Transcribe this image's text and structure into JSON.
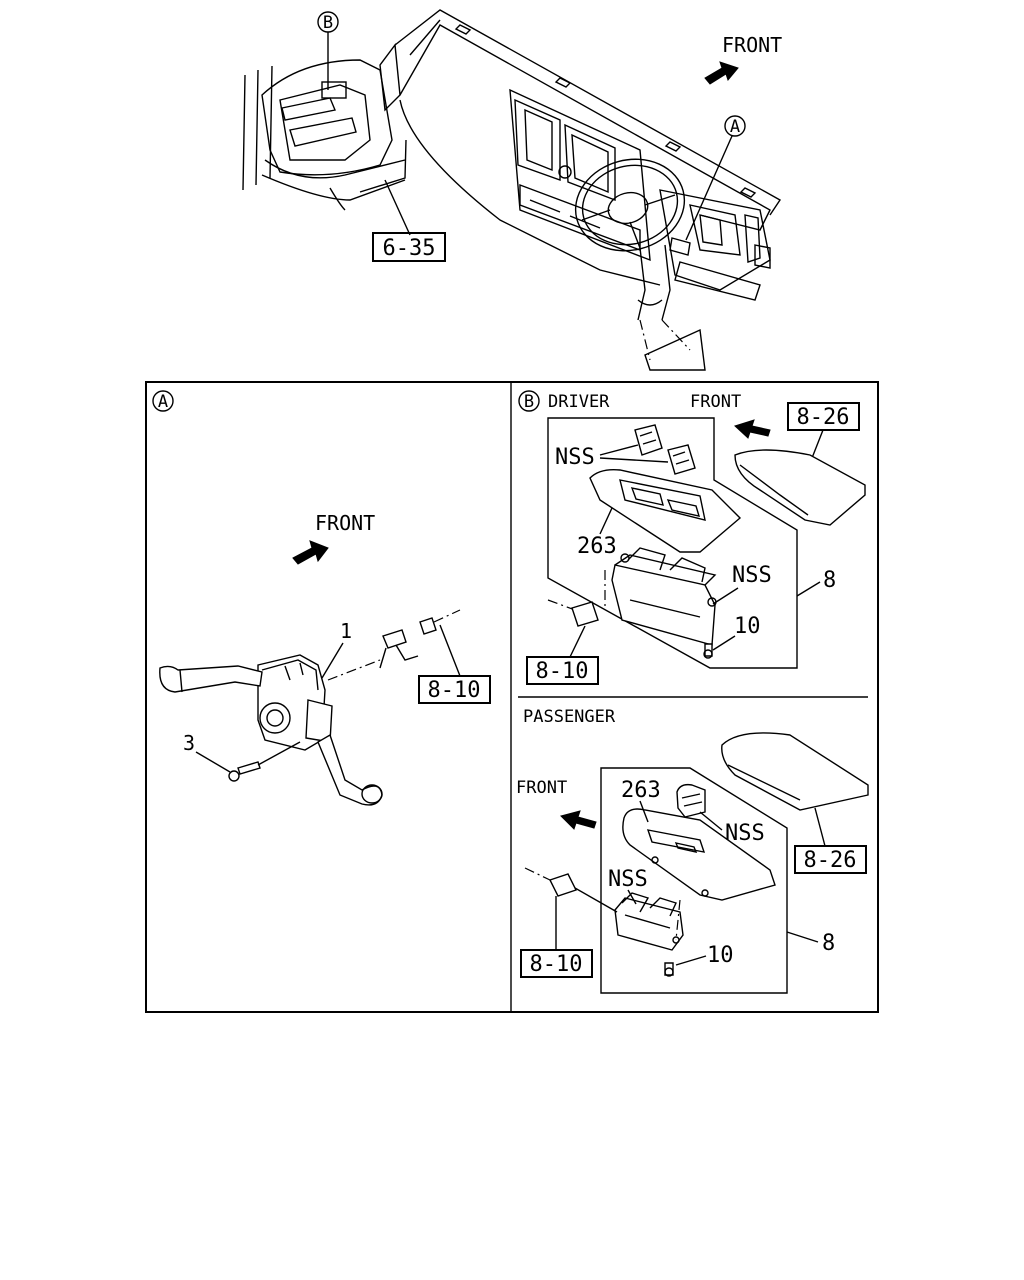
{
  "overview": {
    "front_label": "FRONT",
    "callout_a": "A",
    "callout_b": "B",
    "ref_6_35": "6-35"
  },
  "panel_a": {
    "marker": "A",
    "front_label": "FRONT",
    "part_1": "1",
    "part_3": "3",
    "ref_8_10": "8-10"
  },
  "panel_b_driver": {
    "marker": "B",
    "heading": "DRIVER",
    "front_label": "FRONT",
    "ref_8_26": "8-26",
    "nss_top": "NSS",
    "part_263": "263",
    "nss_right": "NSS",
    "part_8": "8",
    "part_10": "10",
    "ref_8_10": "8-10"
  },
  "panel_b_passenger": {
    "heading": "PASSENGER",
    "front_label": "FRONT",
    "part_263": "263",
    "nss_right": "NSS",
    "ref_8_26": "8-26",
    "nss_left": "NSS",
    "ref_8_10": "8-10",
    "part_10": "10",
    "part_8": "8"
  }
}
